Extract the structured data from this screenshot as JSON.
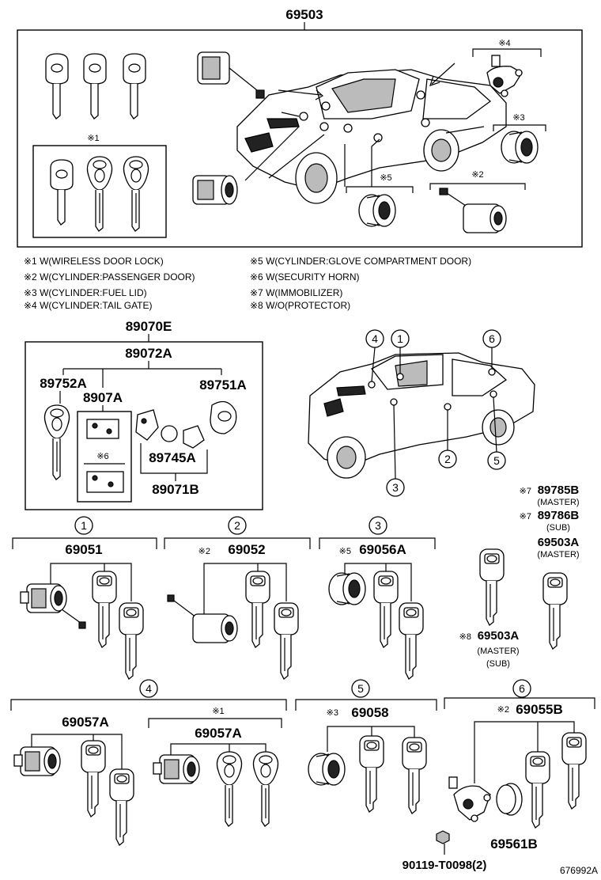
{
  "diagram": {
    "top_assembly": "69503",
    "footnotes_left": [
      "※1 W(WIRELESS DOOR LOCK)",
      "※2 W(CYLINDER:PASSENGER DOOR)",
      "※3 W(CYLINDER:FUEL LID)",
      "※4 W(CYLINDER:TAIL GATE)"
    ],
    "footnotes_right": [
      "※5 W(CYLINDER:GLOVE COMPARTMENT DOOR)",
      "※6 W(SECURITY HORN)",
      "※7 W(IMMOBILIZER)",
      "※8 W/O(PROTECTOR)"
    ],
    "box_marks": {
      "m1": "※1",
      "m2": "※2",
      "m3": "※3",
      "m4": "※4",
      "m5": "※5"
    },
    "transmitter": {
      "kit": "89070E",
      "assembly": "89072A",
      "left_key": "89752A",
      "board": "8907A",
      "board_mark": "※6",
      "right_case": "89751A",
      "battery": "89745A",
      "housing": "89071B"
    },
    "callouts": [
      "1",
      "2",
      "3",
      "4",
      "5",
      "6"
    ],
    "master_keys": {
      "p1": "89785B",
      "p1_mark": "※7",
      "p1_sub": "(MASTER)",
      "p2": "89786B",
      "p2_mark": "※7",
      "p2_sub": "(SUB)",
      "p3": "69503A",
      "p3_sub": "(MASTER)",
      "p4": "69503A",
      "p4_mark": "※8",
      "p4_sub1": "(MASTER)",
      "p4_sub2": "(SUB)"
    },
    "sets": {
      "s1": {
        "num": "1",
        "part": "69051"
      },
      "s2": {
        "num": "2",
        "mark": "※2",
        "part": "69052"
      },
      "s3": {
        "num": "3",
        "mark": "※5",
        "part": "69056A"
      },
      "s4": {
        "num": "4",
        "part_a": "69057A",
        "mark_b": "※1",
        "part_b": "69057A"
      },
      "s5": {
        "num": "5",
        "mark": "※3",
        "part": "69058"
      },
      "s6": {
        "num": "6",
        "mark": "※2",
        "part": "69055B",
        "cap": "69561B",
        "nut": "90119-T0098(2)"
      }
    },
    "figure_id": "676992A"
  }
}
